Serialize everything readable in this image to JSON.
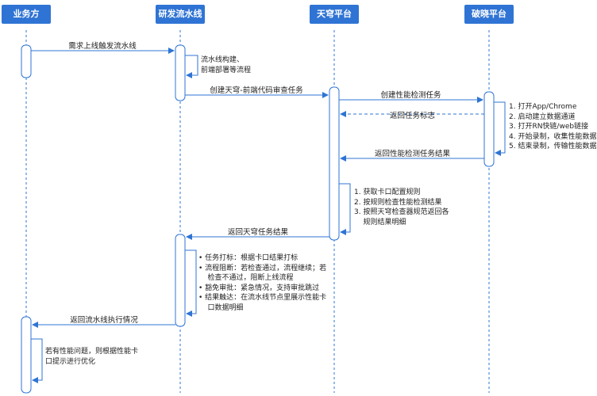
{
  "actors": {
    "business": "业务方",
    "pipeline": "研发流水线",
    "tianqiong": "天穹平台",
    "poxiao": "破晓平台"
  },
  "messages": {
    "m1": "需求上线触发流水线",
    "m2": "创建天穹-前端代码审查任务",
    "m3": "创建性能检测任务",
    "m4": "返回任务标志",
    "m5": "返回性能检测任务结果",
    "m6": "返回天穹任务结果",
    "m7": "返回流水线执行情况"
  },
  "notes": {
    "pipeline_build": [
      "流水线构建、",
      "前端部署等流程"
    ],
    "poxiao_steps": [
      "1. 打开App/Chrome",
      "2. 启动建立数据通道",
      "3. 打开RN快链/web链接",
      "4. 开始录制，收集性能数据",
      "5. 结束录制，传输性能数据"
    ],
    "tianqiong_steps": [
      "1. 获取卡口配置规则",
      "2. 按规则检查性能检测结果",
      "3. 按照天穹检查器规范返回各",
      "    规则结果明细"
    ],
    "pipeline_steps": [
      "•  任务打标：根据卡口结果打标",
      "•  流程阻断：若检查通过，流程继续；若",
      "    检查不通过，阻断上线流程",
      "•  豁免审批：紧急情况，支持审批跳过",
      "•  结果触达：在流水线节点里展示性能卡",
      "    口数据明细"
    ],
    "business_optimize": [
      "若有性能问题，则根据性能卡",
      "口提示进行优化"
    ]
  },
  "colors": {
    "actor_bg": "#2f74d4",
    "line": "#2f74d4",
    "activation_fill": "#ffffff"
  }
}
